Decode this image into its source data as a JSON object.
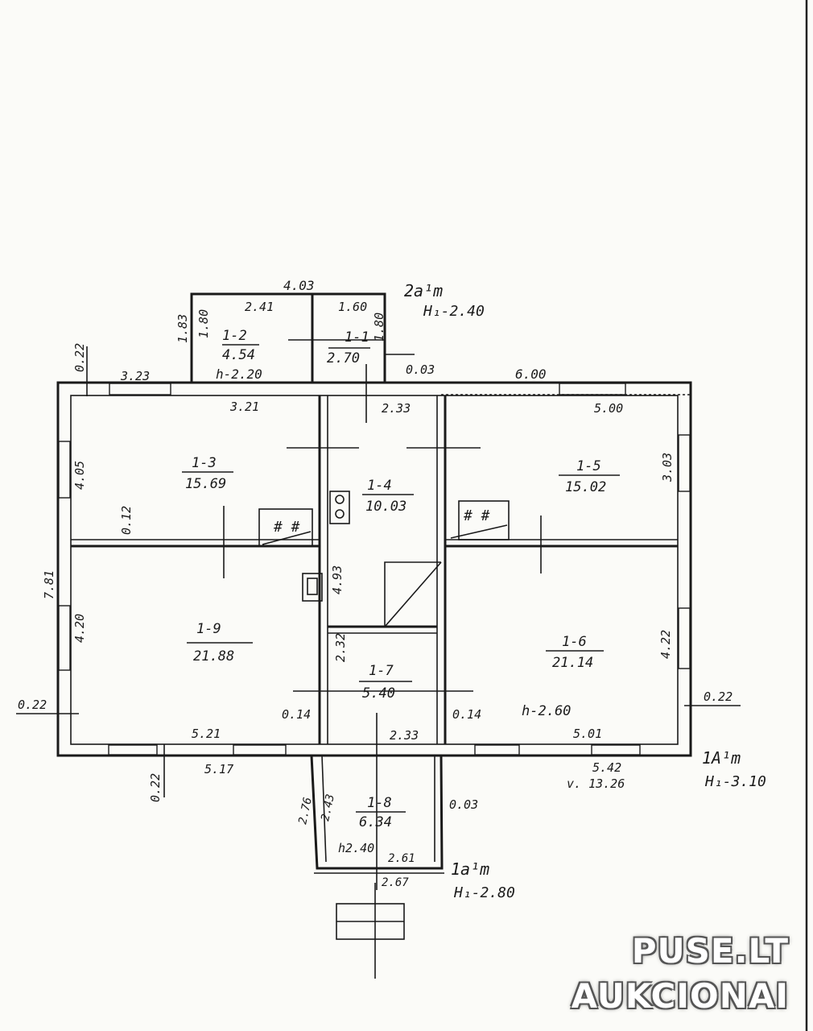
{
  "rooms": [
    {
      "id": "1-2",
      "area": "4.54"
    },
    {
      "id": "1-1",
      "area": "2.70"
    },
    {
      "id": "1-3",
      "area": "15.69"
    },
    {
      "id": "1-4",
      "area": "10.03"
    },
    {
      "id": "1-5",
      "area": "15.02"
    },
    {
      "id": "1-9",
      "area": "21.88"
    },
    {
      "id": "1-6",
      "area": "21.14"
    },
    {
      "id": "1-7",
      "area": "5.40"
    },
    {
      "id": "1-8",
      "area": "6.34"
    }
  ],
  "dimensions": {
    "annex_width": "4.03",
    "annex_left": "2.41",
    "annex_right": "1.60",
    "annex_h1": "1.83",
    "annex_h2": "1.80",
    "annex_h3": "1.80",
    "annex_gap": "0.03",
    "top_wall_left": "0.22",
    "top_window_left": "3.23",
    "top_right": "6.00",
    "room13_width": "3.21",
    "corridor_width": "2.33",
    "room15_width": "5.00",
    "room13_depth": "4.05",
    "room15_depth": "3.03",
    "partition": "0.12",
    "overall_depth": "7.81",
    "room19_depth": "4.20",
    "corridor_depth": "4.93",
    "room17_depth": "2.32",
    "room16_depth": "4.22",
    "left_wall": "0.22",
    "right_wall": "0.22",
    "inner_wall_left": "0.14",
    "inner_wall_right": "0.14",
    "room19_width": "5.21",
    "room17_width": "2.33",
    "room16_width": "5.01",
    "bottom_left": "5.17",
    "bottom_wall": "0.22",
    "bottom_right": "5.42",
    "volume": "v. 13.26",
    "porch_side1": "2.76",
    "porch_side2": "2.43",
    "porch_gap": "0.03",
    "porch_width1": "2.61",
    "porch_width2": "2.67"
  },
  "heights": {
    "annex": "h-2.20",
    "main": "h-2.60",
    "porch": "h2.40"
  },
  "notes": {
    "annex_code": "2a¹m",
    "annex_height": "H₁-2.40",
    "main_code": "1A¹m",
    "main_height": "H₁-3.10",
    "porch_code": "1a¹m",
    "porch_height": "H₁-2.80"
  },
  "watermark": {
    "line1": "PUSE.LT",
    "line2": "AUKCIONAI"
  }
}
